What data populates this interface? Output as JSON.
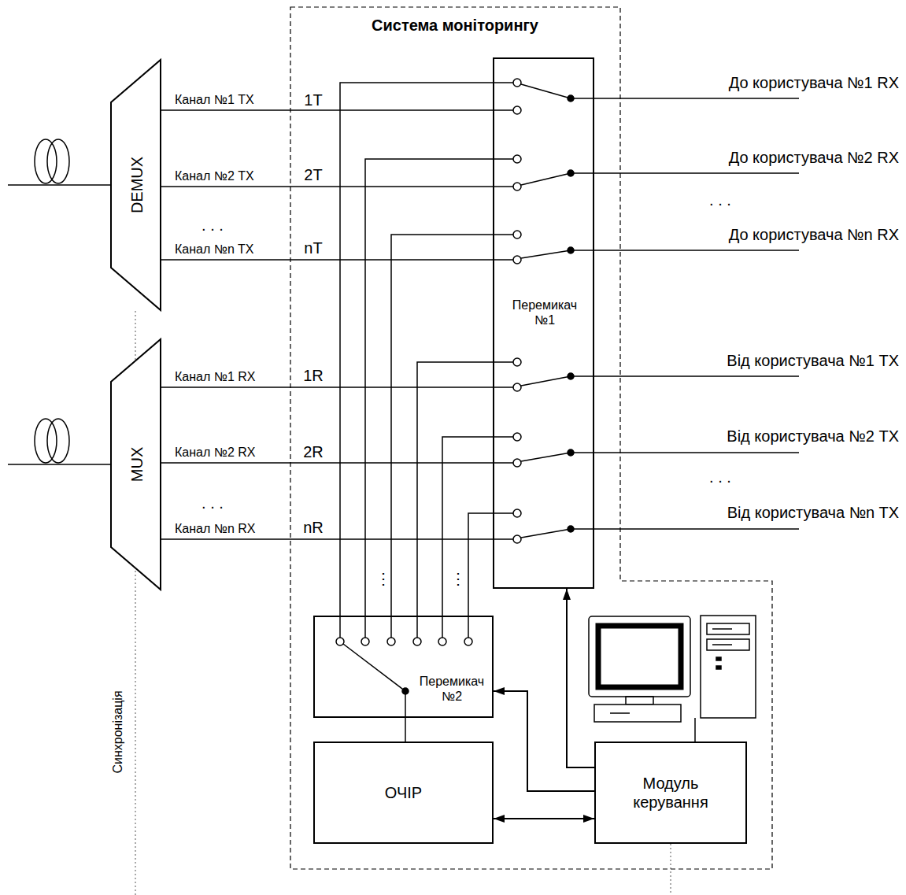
{
  "diagram": {
    "nodes": [
      {
        "text": [
          "Система моніторингу"
        ]
      },
      {
        "text": [
          "DEMUX"
        ]
      },
      {
        "text": [
          "MUX"
        ]
      },
      {
        "text": [
          "Перемикач №1"
        ],
        "in": 0
      },
      {
        "text": [
          "Перемикач №2"
        ],
        "in": 0
      },
      {
        "text": [
          "ОЧІР"
        ],
        "in": 0
      },
      {
        "text": [
          "Модуль керування"
        ],
        "in": 0
      }
    ],
    "edges": [
      {
        "from": 1,
        "to": 3,
        "arrow": "none",
        "label": "Канал №1 TX"
      },
      {
        "from": 1,
        "to": 3,
        "arrow": "none",
        "label": "Канал №2 TX"
      },
      {
        "from": 1,
        "to": 3,
        "arrow": "none",
        "label": "Канал №n TX"
      },
      {
        "from": 2,
        "to": 3,
        "arrow": "none",
        "label": "Канал №1 RX"
      },
      {
        "from": 2,
        "to": 3,
        "arrow": "none",
        "label": "Канал №2 RX"
      },
      {
        "from": 2,
        "to": 3,
        "arrow": "none",
        "label": "Канал №n RX"
      },
      {
        "from": 3,
        "to": 4,
        "arrow": "none"
      },
      {
        "from": 3,
        "to": 4,
        "arrow": "none"
      },
      {
        "from": 3,
        "to": 4,
        "arrow": "none"
      },
      {
        "from": 3,
        "to": 4,
        "arrow": "none"
      },
      {
        "from": 3,
        "to": 4,
        "arrow": "none"
      },
      {
        "from": 3,
        "to": 4,
        "arrow": "none"
      },
      {
        "from": 6,
        "to": 3,
        "arrow": "to"
      },
      {
        "from": 6,
        "to": 4,
        "arrow": "to"
      },
      {
        "from": 5,
        "to": 6,
        "arrow": "both"
      },
      {
        "from": 4,
        "to": 5,
        "arrow": "none"
      }
    ],
    "labels": [
      "1T",
      "2T",
      "nT",
      "1R",
      "2R",
      "nR",
      ". . .",
      ". . .",
      ". . .",
      ". . .",
      "⋮",
      "⋮",
      "До користувача №1 RX",
      "До користувача №2 RX",
      "До користувача №n RX",
      "Від користувача №1 TX",
      "Від користувача №2 TX",
      "Від користувача №n TX",
      "Синхронізація"
    ]
  }
}
